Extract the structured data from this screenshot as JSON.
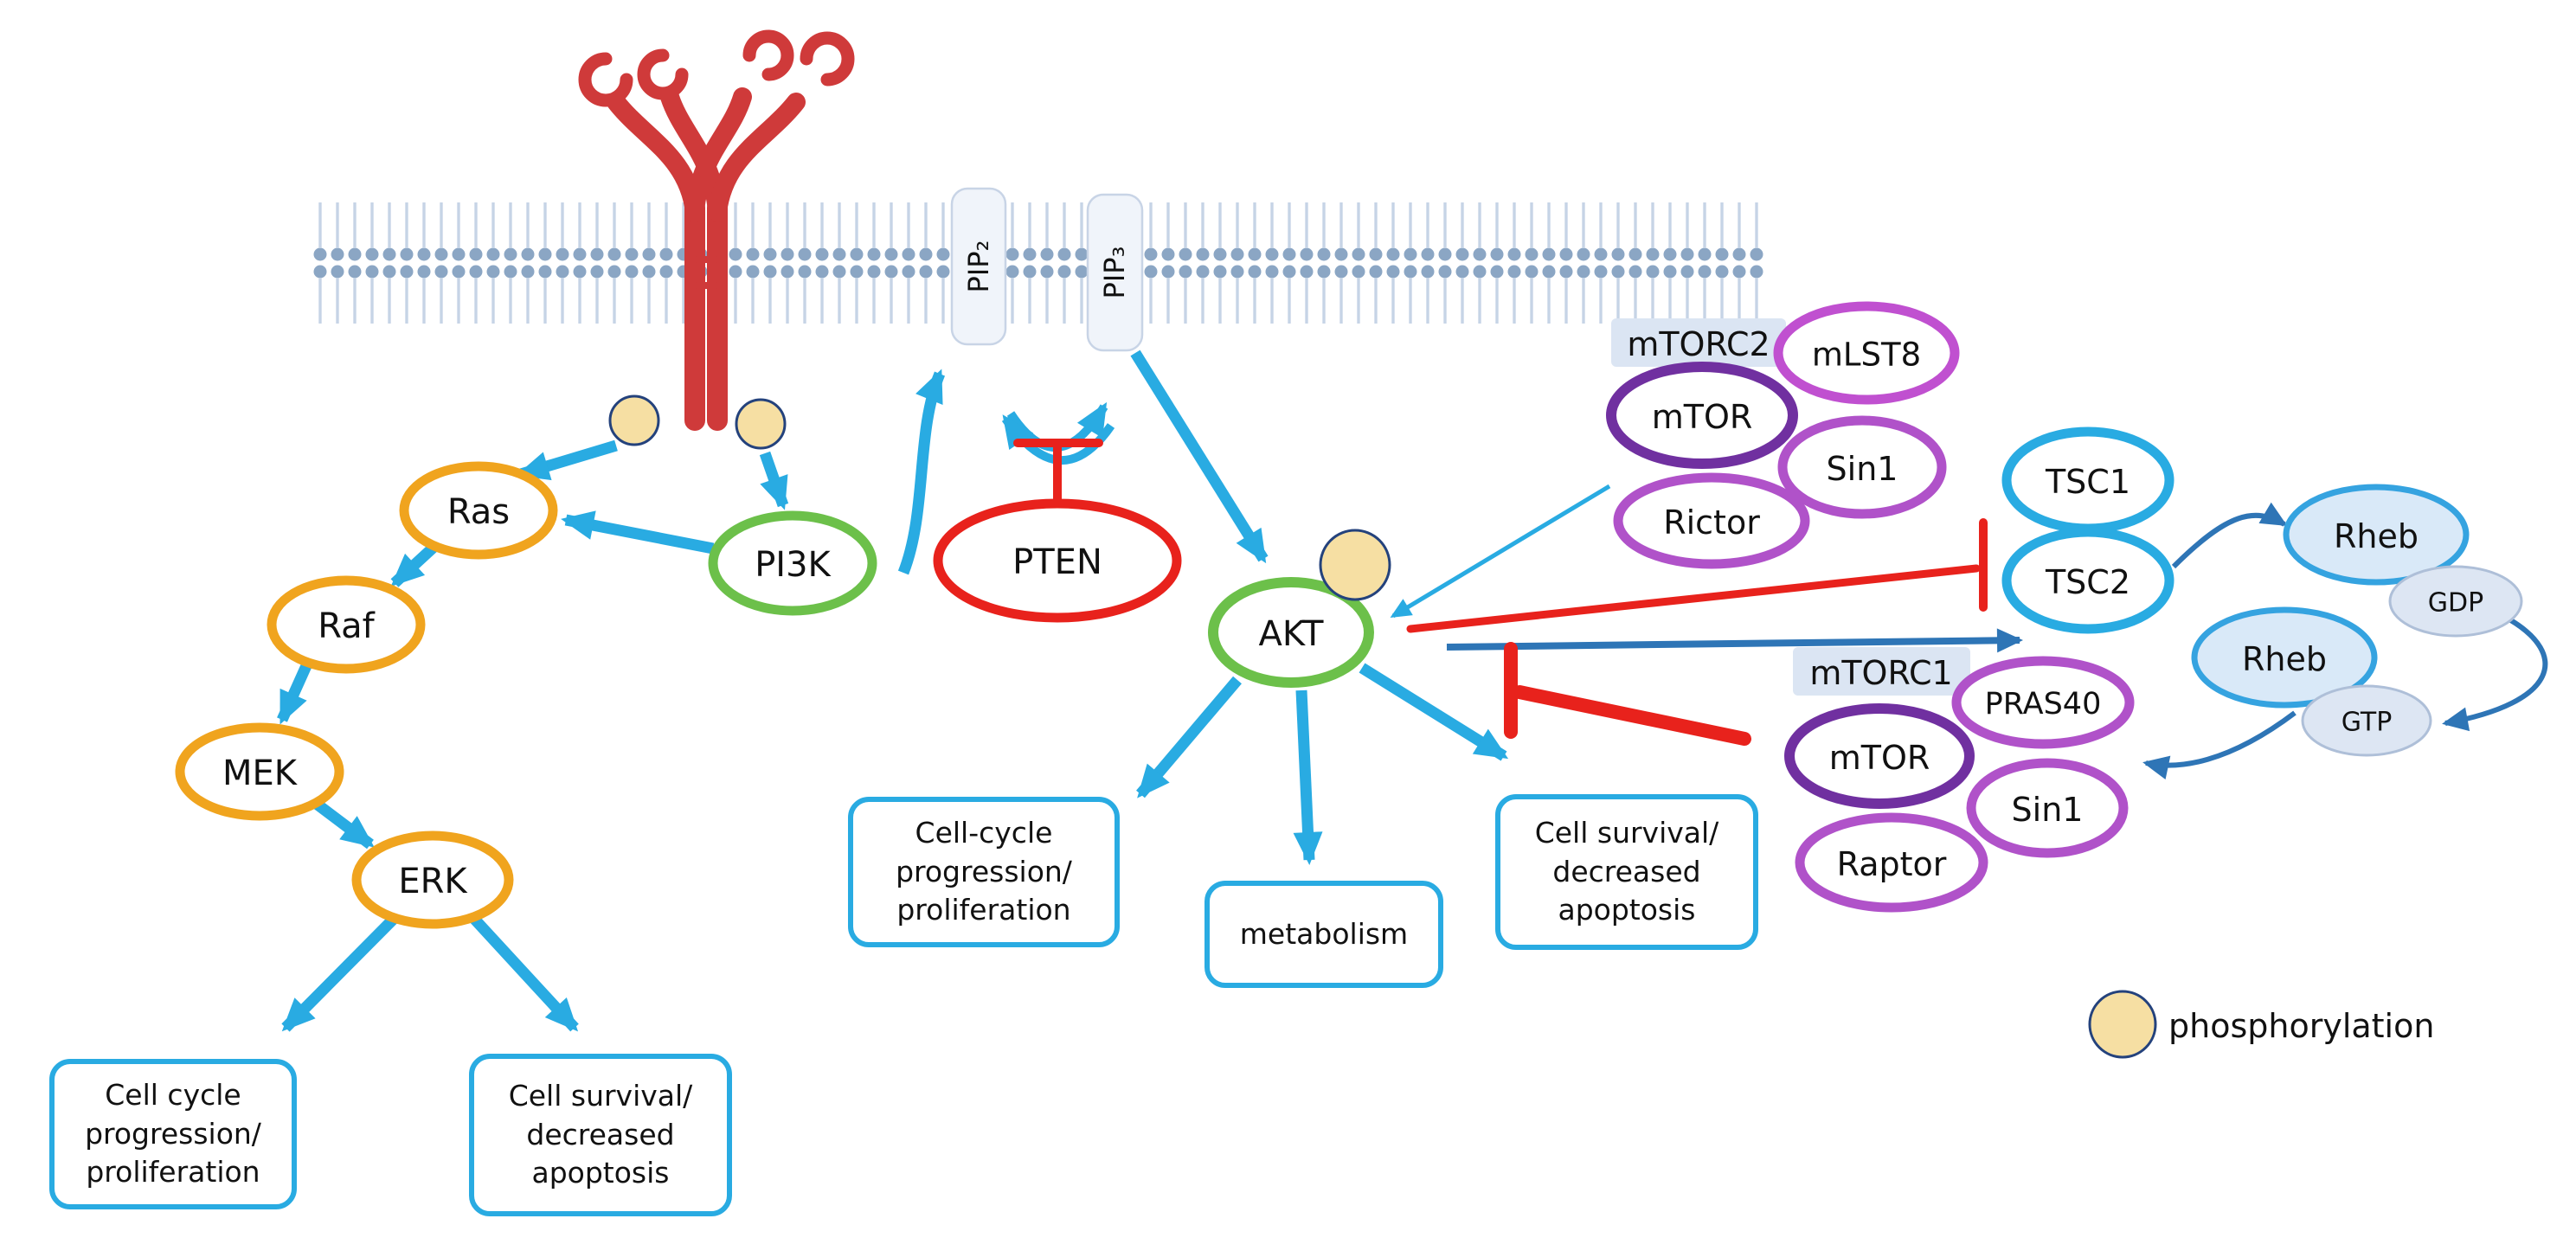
{
  "nodes": {
    "pip2": "PIP₂",
    "pip3": "PIP₃",
    "pten": "PTEN",
    "pi3k": "PI3K",
    "ras": "Ras",
    "raf": "Raf",
    "mek": "MEK",
    "erk": "ERK",
    "akt": "AKT",
    "tsc1": "TSC1",
    "tsc2": "TSC2",
    "mtorc2": {
      "label": "mTORC2",
      "mtor": "mTOR",
      "mlst8": "mLST8",
      "sin1": "Sin1",
      "rictor": "Rictor"
    },
    "mtorc1": {
      "label": "mTORC1",
      "mtor": "mTOR",
      "pras40": "PRAS40",
      "sin1": "Sin1",
      "raptor": "Raptor"
    },
    "rheb_gdp": {
      "label": "Rheb",
      "state": "GDP"
    },
    "rheb_gtp": {
      "label": "Rheb",
      "state": "GTP"
    }
  },
  "boxes": {
    "erk_cycle": "Cell cycle\nprogression/\nproliferation",
    "erk_survival": "Cell survival/\ndecreased\napoptosis",
    "akt_cycle": "Cell-cycle\nprogression/\nproliferation",
    "akt_metabolism": "metabolism",
    "akt_survival": "Cell survival/\ndecreased\napoptosis"
  },
  "legend": {
    "phospho_label": "phosphorylation"
  },
  "colors": {
    "activation_arrow": "#29abe2",
    "dark_arrow": "#2e75b6",
    "inhibition": "#e8221c",
    "kinase_green": "#6cc04a",
    "mapk_orange": "#f0a41e",
    "mtor_core_purple": "#7030a0",
    "mtor_partner_purple": "#b052c9",
    "receptor_red": "#cf3a3a",
    "phospho_fill": "#f6dfa3",
    "membrane_head": "#8ba6c4",
    "complex_tag_fill": "#dbe5f3",
    "rheb_fill": "#d9e9f8"
  }
}
